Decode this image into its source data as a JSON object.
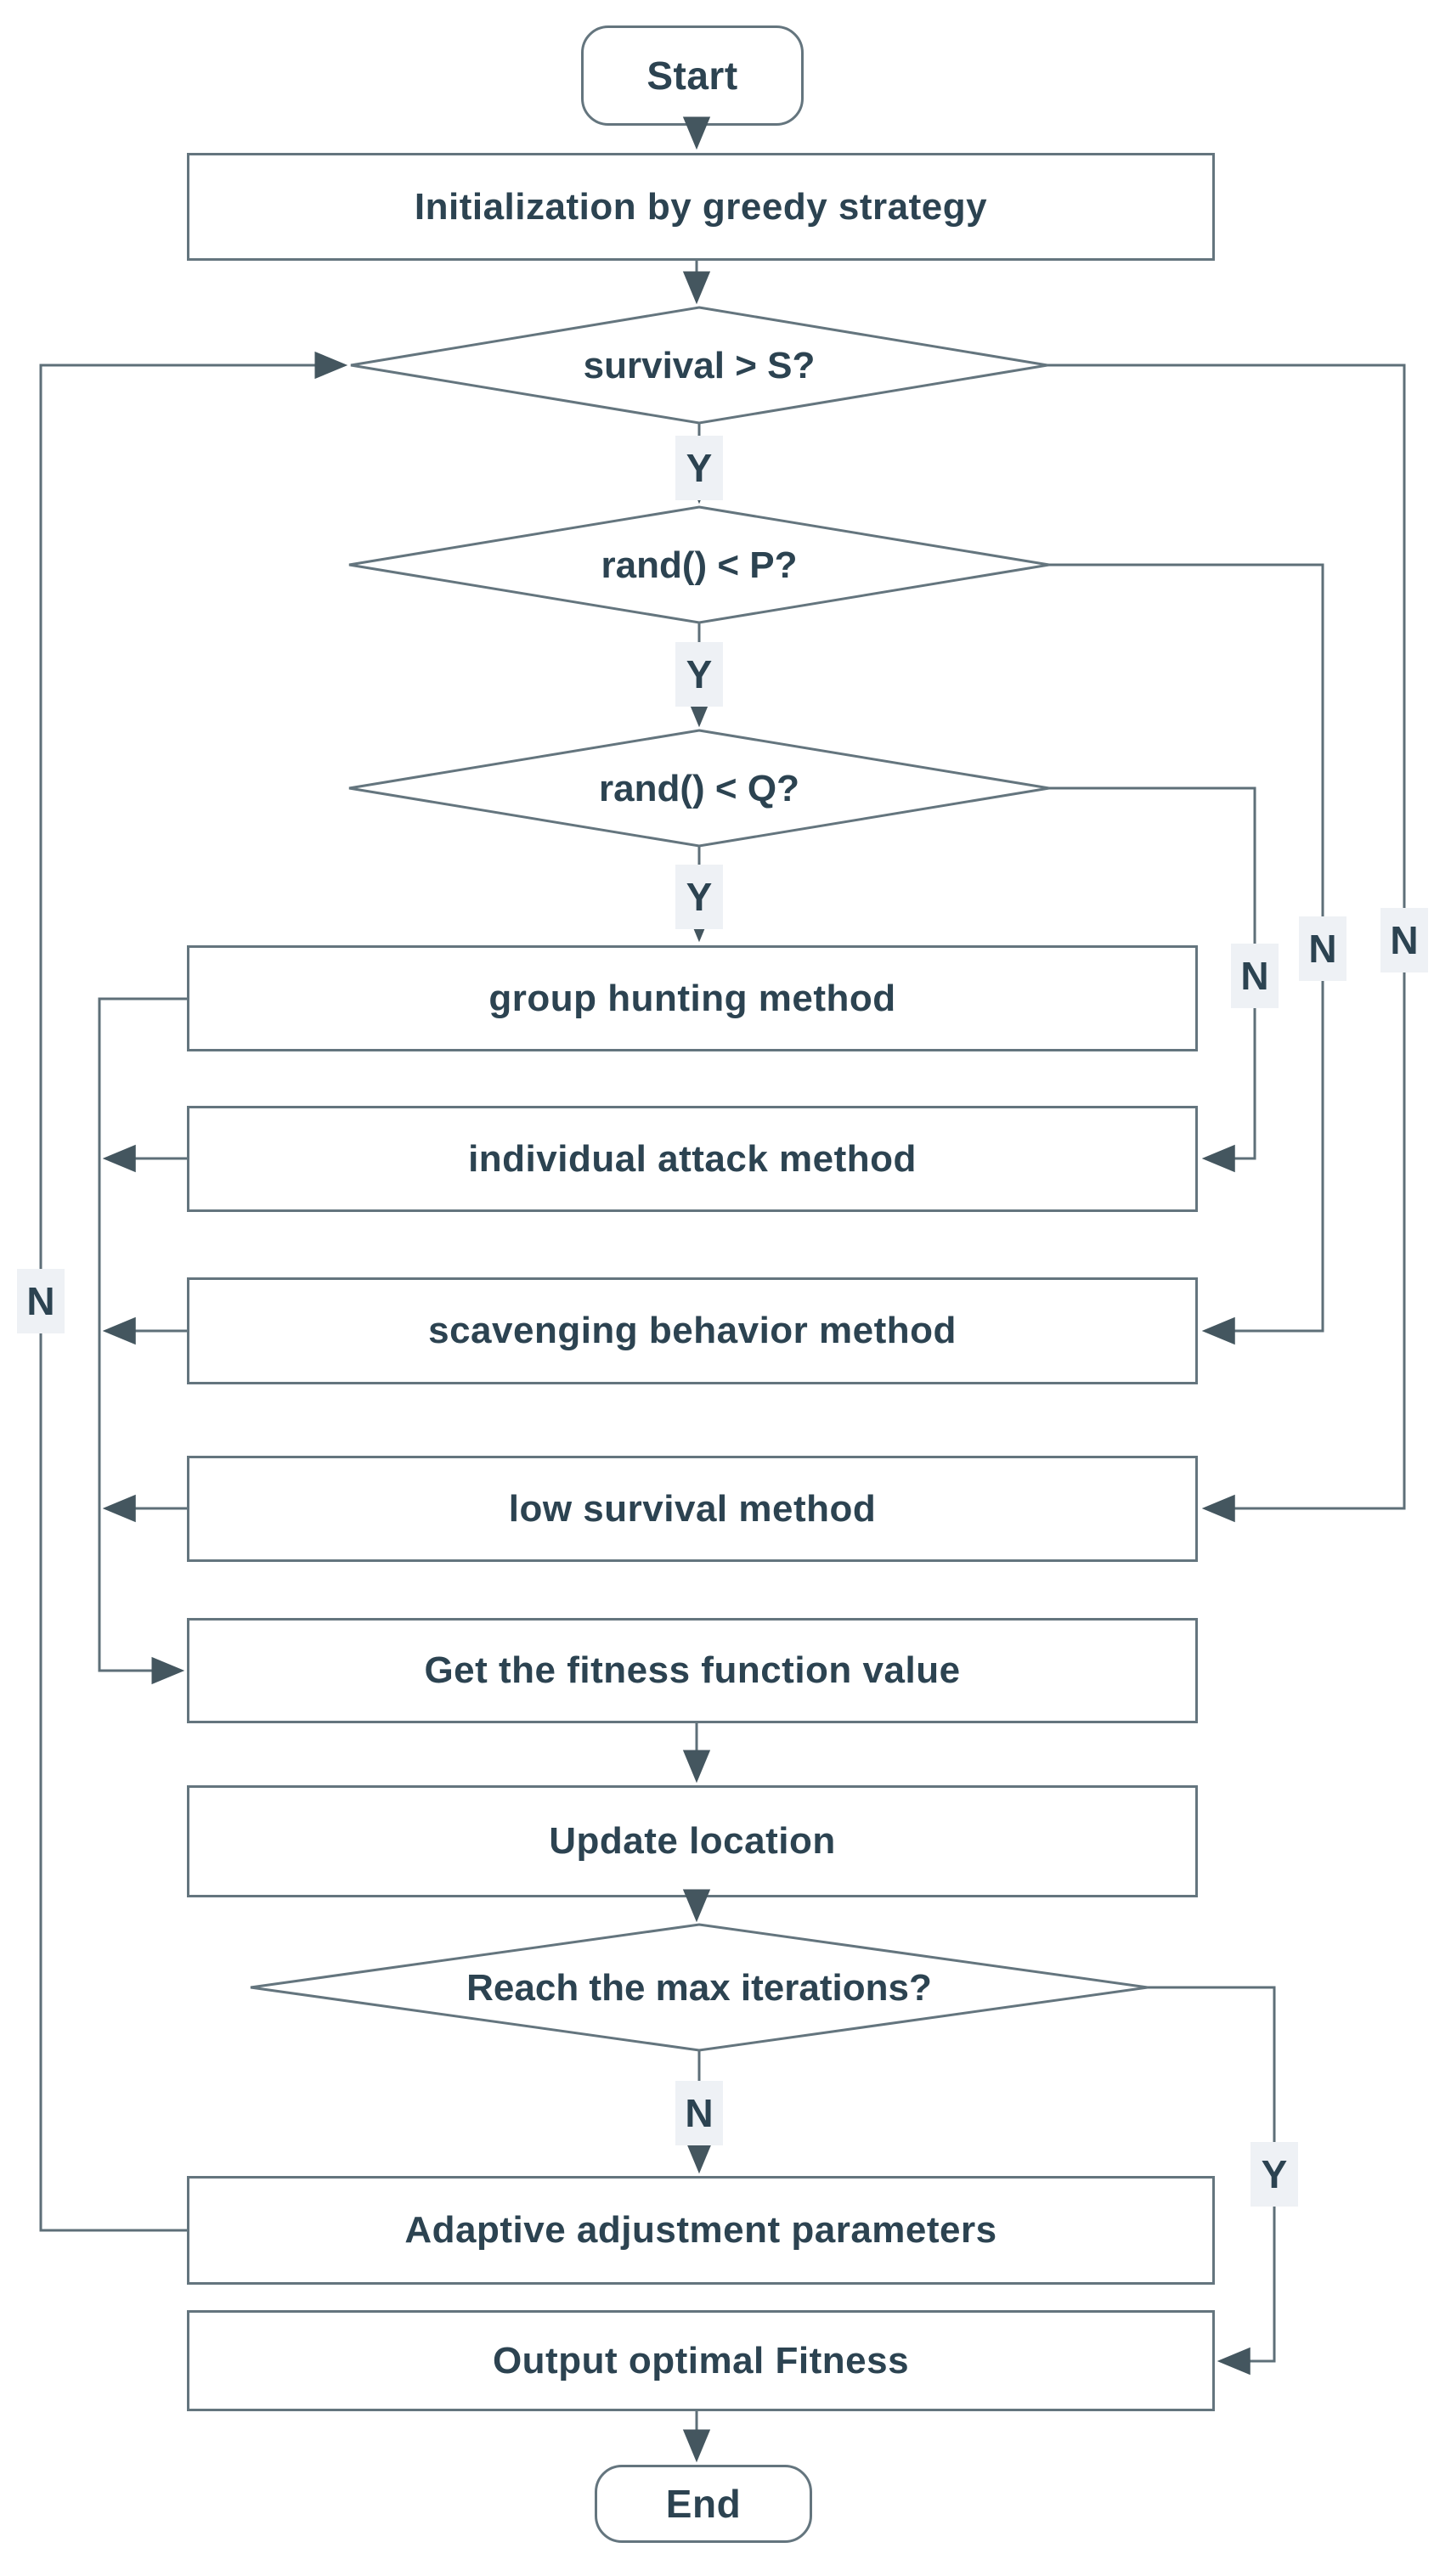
{
  "flowchart": {
    "nodes": {
      "start": {
        "label": "Start",
        "type": "terminator"
      },
      "initialization": {
        "label": "Initialization by greedy strategy",
        "type": "process"
      },
      "survival_check": {
        "label": "survival > S?",
        "type": "decision"
      },
      "rand_p_check": {
        "label": "rand() < P?",
        "type": "decision"
      },
      "rand_q_check": {
        "label": "rand() < Q?",
        "type": "decision"
      },
      "group_hunting": {
        "label": "group hunting method",
        "type": "process"
      },
      "individual_attack": {
        "label": "individual attack method",
        "type": "process"
      },
      "scavenging_behavior": {
        "label": "scavenging behavior method",
        "type": "process"
      },
      "low_survival": {
        "label": "low survival method",
        "type": "process"
      },
      "fitness_value": {
        "label": "Get the fitness function value",
        "type": "process"
      },
      "update_location": {
        "label": "Update location",
        "type": "process"
      },
      "max_iterations_check": {
        "label": "Reach the max iterations?",
        "type": "decision"
      },
      "adaptive_adjustment": {
        "label": "Adaptive adjustment parameters",
        "type": "process"
      },
      "output_fitness": {
        "label": "Output optimal Fitness",
        "type": "process"
      },
      "end": {
        "label": "End",
        "type": "terminator"
      }
    },
    "branch_labels": {
      "survival_yes": "Y",
      "rand_p_yes": "Y",
      "rand_q_yes": "Y",
      "rand_q_no": "N",
      "rand_p_no": "N",
      "survival_no": "N",
      "loop_back_no": "N",
      "max_iterations_no": "N",
      "max_iterations_yes": "Y"
    },
    "colors": {
      "line": "#5e6f78",
      "arrowhead": "#44565f",
      "text": "#2c4351",
      "badge_background": "#eef1f5",
      "node_fill": "#ffffff",
      "canvas_background": "#ffffff"
    }
  }
}
